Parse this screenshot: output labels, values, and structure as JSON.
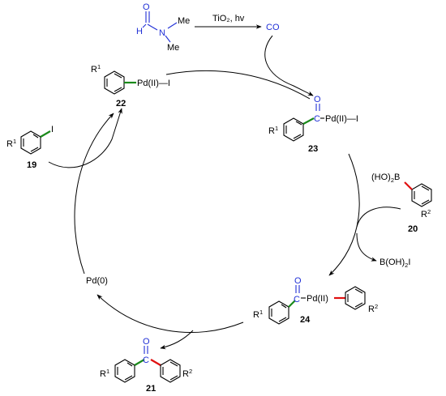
{
  "reagent": {
    "N": "N",
    "Me_top": "Me",
    "Me_bot": "Me",
    "H": "H",
    "O": "O"
  },
  "conditions": {
    "label": "TiO₂, hv"
  },
  "co": {
    "label": "CO"
  },
  "c22": {
    "r": "R",
    "r_sup": "1",
    "pd": "Pd(II)—I",
    "num": "22"
  },
  "c23": {
    "o": "O",
    "c": "C",
    "pd": "Pd(II)—I",
    "r": "R",
    "r_sup": "1",
    "num": "23"
  },
  "c19": {
    "i": "I",
    "r": "R",
    "r_sup": "1",
    "num": "19"
  },
  "c20": {
    "boron": "(HO)",
    "boron_sub": "2",
    "b": "B",
    "r": "R",
    "r_sup": "2",
    "num": "20"
  },
  "byproduct": {
    "label": "B(OH)",
    "sub": "2",
    "tail": "I"
  },
  "pd0": {
    "label": "Pd(0)"
  },
  "c24": {
    "o": "O",
    "c": "C",
    "pd": "Pd(II)",
    "r1": "R",
    "r1_sup": "1",
    "r2": "R",
    "r2_sup": "2",
    "num": "24"
  },
  "c21": {
    "o": "O",
    "c": "C",
    "r1": "R",
    "r1_sup": "1",
    "r2": "R",
    "r2_sup": "2",
    "num": "21"
  }
}
